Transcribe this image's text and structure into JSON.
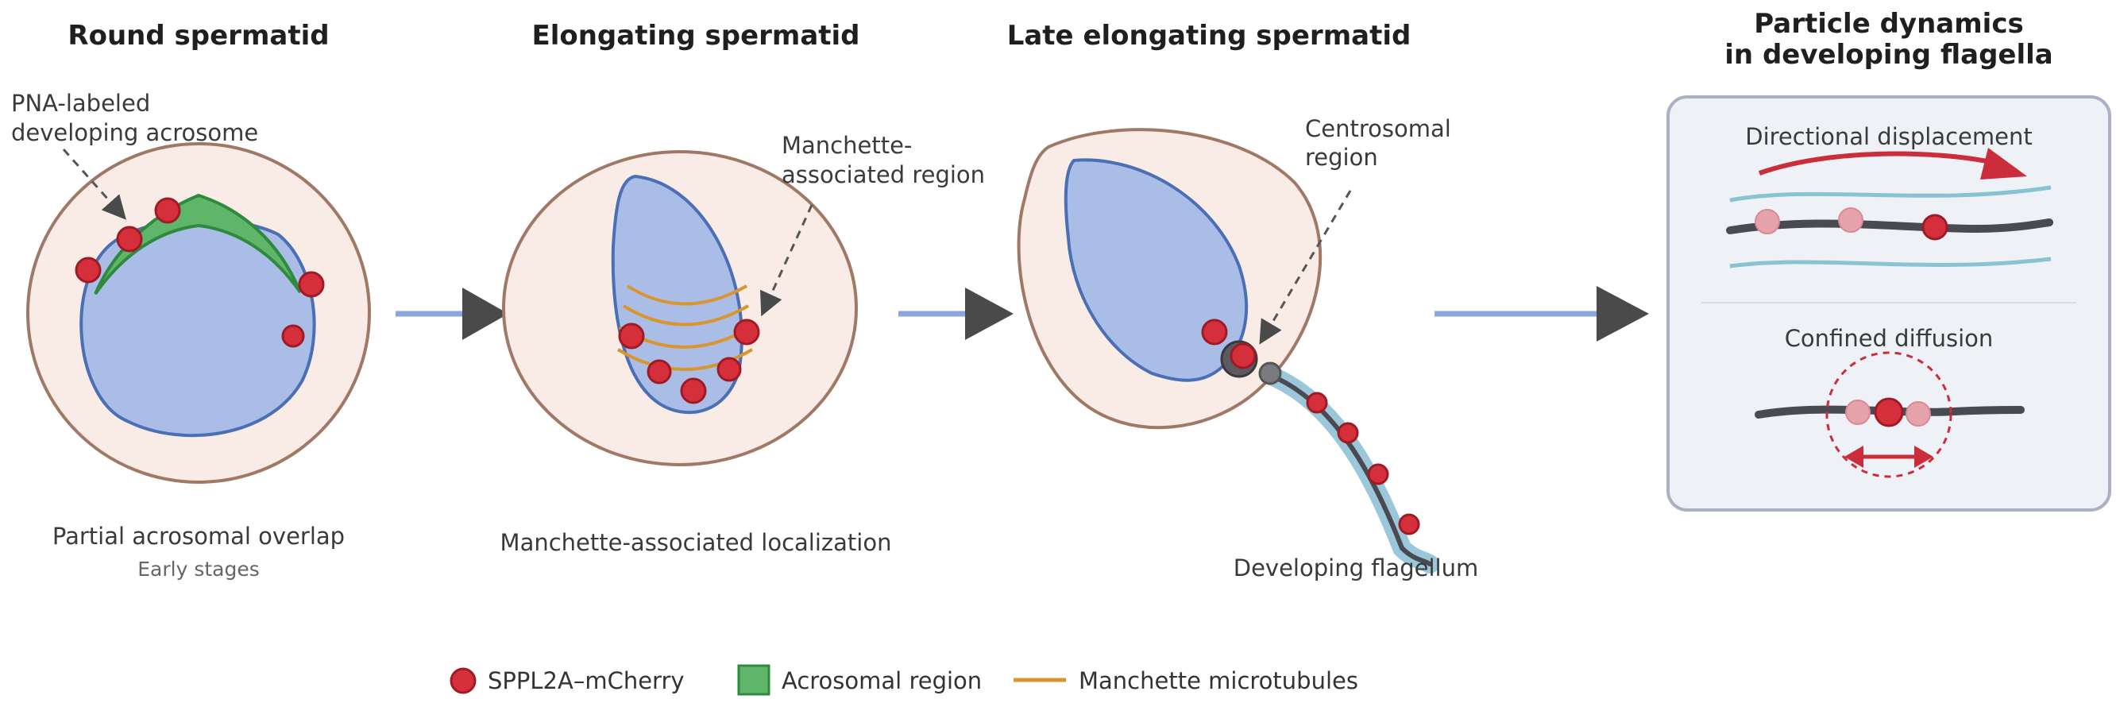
{
  "panels": {
    "round": {
      "title": "Round spermatid",
      "callout_line1": "PNA-labeled",
      "callout_line2": "developing acrosome",
      "caption": "Partial acrosomal overlap",
      "subcaption": "Early stages"
    },
    "elongating": {
      "title": "Elongating spermatid",
      "callout_line1": "Manchette-",
      "callout_line2": "associated region",
      "caption": "Manchette-associated localization"
    },
    "late": {
      "title": "Late elongating spermatid",
      "callout_line1": "Centrosomal",
      "callout_line2": "region",
      "caption": "Developing flagellum"
    },
    "dynamics": {
      "title_line1": "Particle dynamics",
      "title_line2": "in developing flagella",
      "directional_label": "Directional displacement",
      "confined_label": "Confined diffusion"
    }
  },
  "legend": {
    "particle": "SPPL2A–mCherry",
    "acrosome": "Acrosomal region",
    "manchette": "Manchette microtubules"
  },
  "colors": {
    "cytoplasm": "#f9ece6",
    "cell_outline": "#a07866",
    "nucleus": "#a9bde6",
    "nucleus_outline": "#4a6fb5",
    "acrosome": "#5fb56a",
    "acrosome_outline": "#2e8b3e",
    "particle": "#d62f3c",
    "particle_outline": "#9e1b26",
    "manchette": "#d9962e",
    "arrow_line": "#8aa6dc",
    "arrow_head": "#4a4a4a",
    "flagellum_core": "#4a4a52",
    "flagellum_sheath": "#9ac7da",
    "filament": "#88c3d4",
    "inset_bg": "#eef1f6",
    "inset_border": "#a9b1c2"
  }
}
